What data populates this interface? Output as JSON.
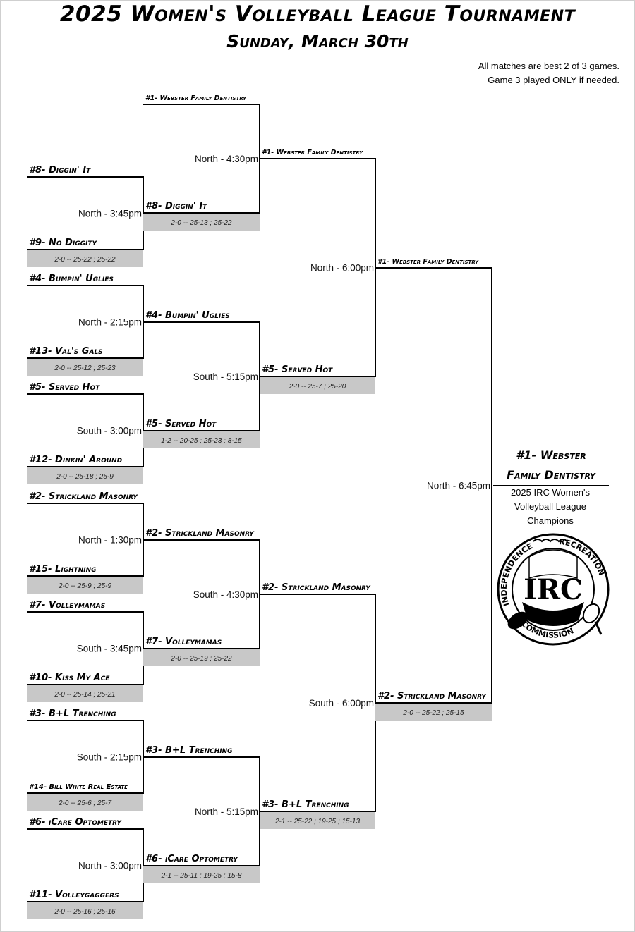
{
  "header": {
    "title": "2025 Women's Volleyball League Tournament",
    "subtitle": "Sunday, March 30th",
    "note_line1": "All matches are best 2 of 3 games.",
    "note_line2": "Game 3 played ONLY if needed."
  },
  "round1": [
    {
      "id": "r1-1",
      "top": "#8- Diggin' It",
      "bottom": "#9- No Diggity",
      "time": "North - 3:45pm",
      "score": "2-0 -- 25-22 ; 25-22"
    },
    {
      "id": "r1-2",
      "top": "#4- Bumpin' Uglies",
      "bottom": "#13- Val's Gals",
      "time": "North - 2:15pm",
      "score": "2-0 -- 25-12 ; 25-23"
    },
    {
      "id": "r1-3",
      "top": "#5- Served Hot",
      "bottom": "#12- Dinkin' Around",
      "time": "South - 3:00pm",
      "score": "2-0 -- 25-18 ; 25-9"
    },
    {
      "id": "r1-4",
      "top": "#2- Strickland Masonry",
      "bottom": "#15- Lightning",
      "time": "North - 1:30pm",
      "score": "2-0 -- 25-9 ; 25-9"
    },
    {
      "id": "r1-5",
      "top": "#7- Volleymamas",
      "bottom": "#10- Kiss My Ace",
      "time": "South - 3:45pm",
      "score": "2-0 -- 25-14 ; 25-21"
    },
    {
      "id": "r1-6",
      "top": "#3- B+L Trenching",
      "bottom": "#14- Bill White Real Estate",
      "time": "South - 2:15pm",
      "score": "2-0 -- 25-6 ; 25-7"
    },
    {
      "id": "r1-7",
      "top": "#6- iCare Optometry",
      "bottom": "#11- Volleygaggers",
      "time": "North - 3:00pm",
      "score": "2-0 -- 25-16 ; 25-16"
    }
  ],
  "round2": [
    {
      "id": "r2-1",
      "top": "#1- Webster Family Dentistry",
      "bottom": "#8- Diggin' It",
      "time": "North - 4:30pm",
      "score": "2-0 -- 25-13 ; 25-22"
    },
    {
      "id": "r2-2",
      "top": "#4- Bumpin' Uglies",
      "bottom": "#5- Served Hot",
      "time": "South - 5:15pm",
      "score": "1-2 -- 20-25 ; 25-23 ; 8-15"
    },
    {
      "id": "r2-3",
      "top": "#2- Strickland Masonry",
      "bottom": "#7- Volleymamas",
      "time": "South - 4:30pm",
      "score": "2-0 -- 25-19 ; 25-22"
    },
    {
      "id": "r2-4",
      "top": "#3- B+L Trenching",
      "bottom": "#6- iCare Optometry",
      "time": "North - 5:15pm",
      "score": "2-1 -- 25-11 ; 19-25 ; 15-8"
    }
  ],
  "round3": [
    {
      "id": "r3-1",
      "top": "#1- Webster Family Dentistry",
      "bottom": "#5- Served Hot",
      "time": "North - 6:00pm",
      "score": "2-0 -- 25-7 ; 25-20"
    },
    {
      "id": "r3-2",
      "top": "#2- Strickland Masonry",
      "bottom": "#3- B+L Trenching",
      "time": "South - 6:00pm",
      "score": "2-1 -- 25-22 ; 19-25 ; 15-13"
    }
  ],
  "final": {
    "top": "#1- Webster Family Dentistry",
    "bottom": "#2- Strickland Masonry",
    "time": "North - 6:45pm",
    "score": "2-0 -- 25-22 ; 25-15"
  },
  "champion": {
    "name_line1": "#1- Webster",
    "name_line2": "Family Dentistry",
    "caption_line1": "2025 IRC Women's",
    "caption_line2": "Volleyball League",
    "caption_line3": "Champions"
  },
  "logo": {
    "arc_top_left": "INDEPENDENCE",
    "arc_top_right": "RECREATION",
    "arc_bottom": "COMMISSION",
    "initials": "IRC"
  }
}
